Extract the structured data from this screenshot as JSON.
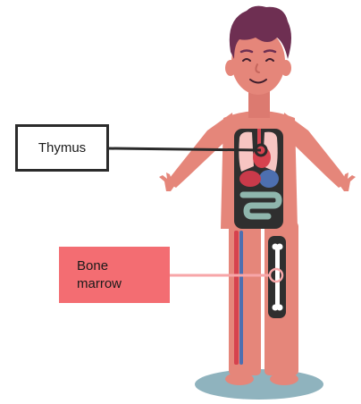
{
  "labels": {
    "thymus": "Thymus",
    "bone_marrow_line1": "Bone",
    "bone_marrow_line2": "marrow"
  },
  "colors": {
    "skin": "#e5867a",
    "hair": "#6e2f52",
    "torso_cavity": "#2f2f2f",
    "shadow": "#8fb3be",
    "callout_thymus_border": "#2b2b2b",
    "callout_marrow_fill": "#f36d72",
    "leader_line_dark": "#2b2b2b",
    "leader_line_pink": "#f7a6a8"
  },
  "icons": [
    "human-figure-illustration",
    "thymus-marker",
    "femur-bone-icon"
  ]
}
